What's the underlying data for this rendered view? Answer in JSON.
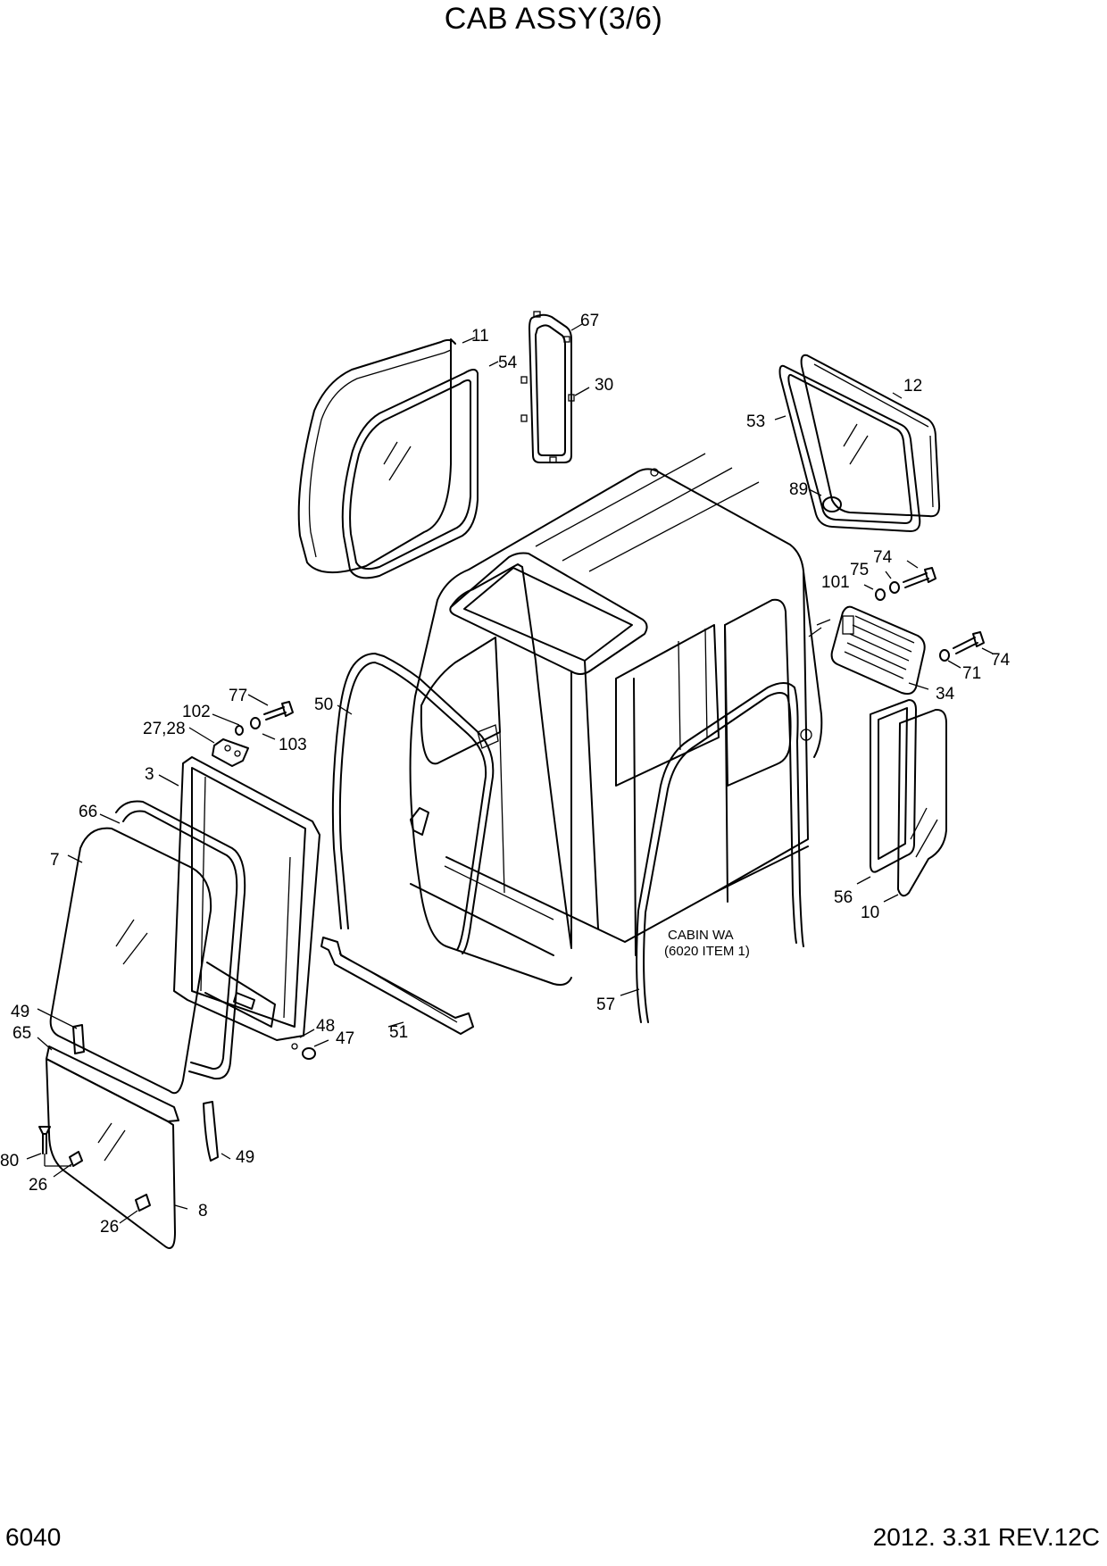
{
  "title": "CAB ASSY(3/6)",
  "page_number": "6040",
  "revision": "2012. 3.31  REV.12C",
  "note": {
    "line1": "CABIN WA",
    "line2": "(6020 ITEM 1)"
  },
  "labels": {
    "l11": "11",
    "l54": "54",
    "l67": "67",
    "l30": "30",
    "l12": "12",
    "l53": "53",
    "l89": "89",
    "l74a": "74",
    "l75": "75",
    "l101": "101",
    "l74b": "74",
    "l71": "71",
    "l34": "34",
    "l50": "50",
    "l77": "77",
    "l102": "102",
    "l2728": "27,28",
    "l103": "103",
    "l3": "3",
    "l66": "66",
    "l7": "7",
    "l56": "56",
    "l10": "10",
    "l57": "57",
    "l51": "51",
    "l48": "48",
    "l47": "47",
    "l49a": "49",
    "l65": "65",
    "l80": "80",
    "l26a": "26",
    "l49b": "49",
    "l8": "8",
    "l26b": "26"
  }
}
